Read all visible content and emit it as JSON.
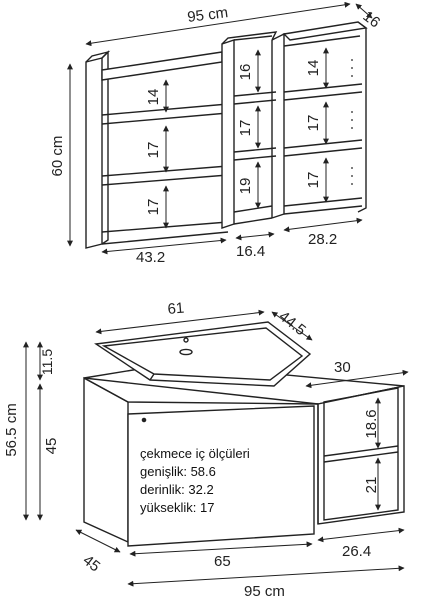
{
  "upper_unit": {
    "total_width": "95 cm",
    "depth": "16",
    "height": "60 cm",
    "left_width": "43.2",
    "middle_width": "16.4",
    "right_width": "28.2",
    "left_shelves": [
      "14",
      "17",
      "17"
    ],
    "middle_shelves": [
      "16",
      "17",
      "19"
    ],
    "right_shelves": [
      "14",
      "17",
      "17"
    ]
  },
  "lower_unit": {
    "basin_width": "61",
    "basin_depth": "44.5",
    "basin_height": "11.5",
    "side_depth": "30",
    "total_height": "56.5 cm",
    "cabinet_height": "45",
    "side_shelves": [
      "18.6",
      "21"
    ],
    "depth": "45",
    "drawer_width": "65",
    "side_width": "26.4",
    "total_width": "95 cm",
    "drawer_note": {
      "title": "çekmece iç ölçüleri",
      "width": "genişlik: 58.6",
      "depth": "derinlik: 32.2",
      "height": "yükseklik: 17"
    }
  },
  "colors": {
    "line": "#222222",
    "panel_fill": "#ffffff",
    "arrow": "#222222"
  }
}
